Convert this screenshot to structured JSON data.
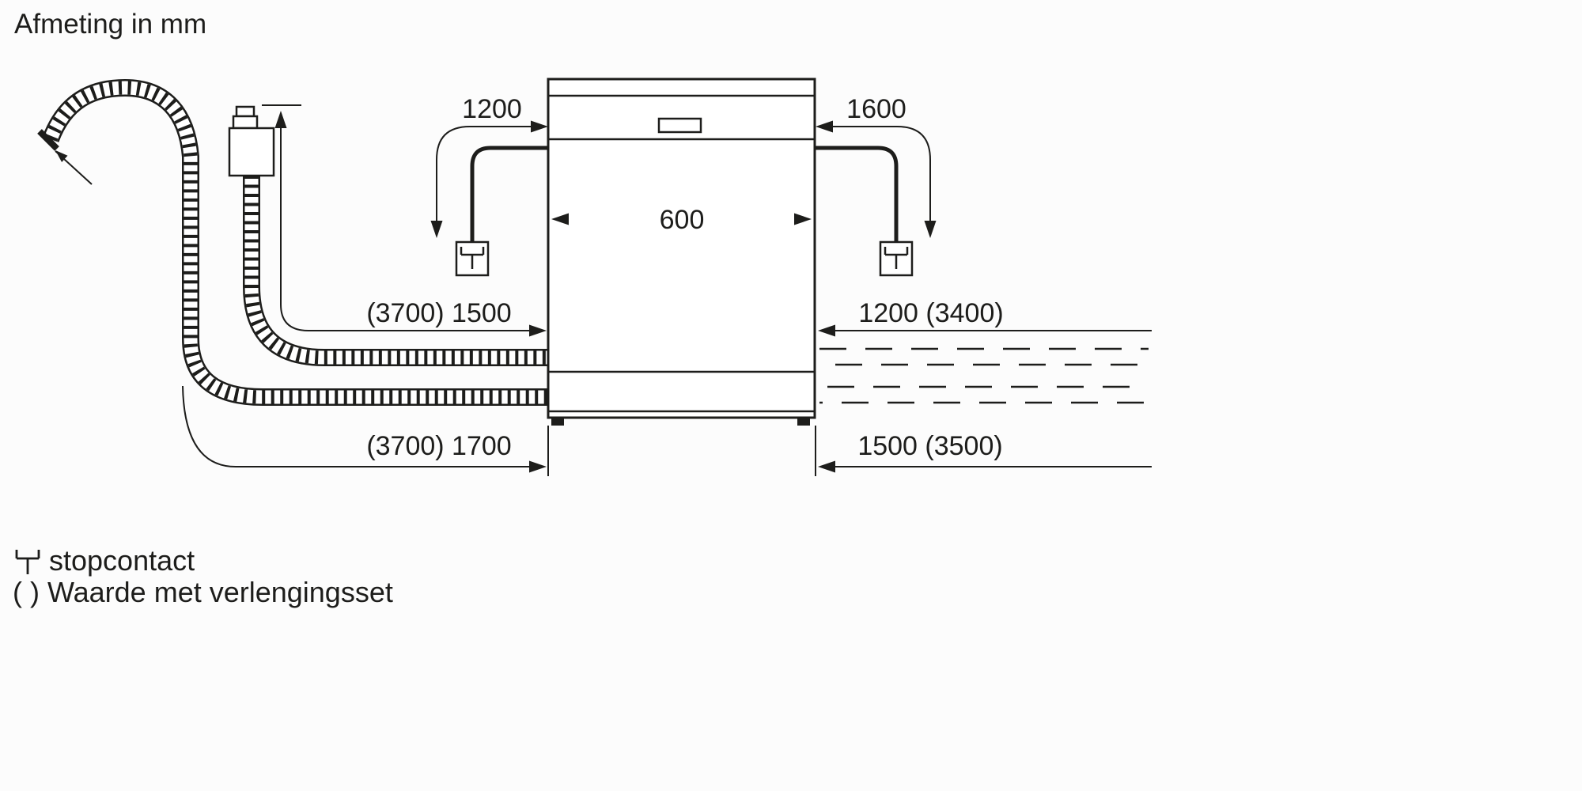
{
  "title": "Afmeting in mm",
  "dimensions": {
    "top_left": "1200",
    "top_right": "1600",
    "width": "600",
    "mid_left": "(3700) 1500",
    "mid_right": "1200 (3400)",
    "bottom_left": "(3700) 1700",
    "bottom_right": "1500 (3500)"
  },
  "legend": {
    "socket_label": "stopcontact",
    "extension_note": "( ) Waarde met verlengingsset"
  },
  "icons": {
    "legend_symbol": "power-socket-icon"
  },
  "colors": {
    "line": "#1d1d1b",
    "background": "#ffffff"
  }
}
